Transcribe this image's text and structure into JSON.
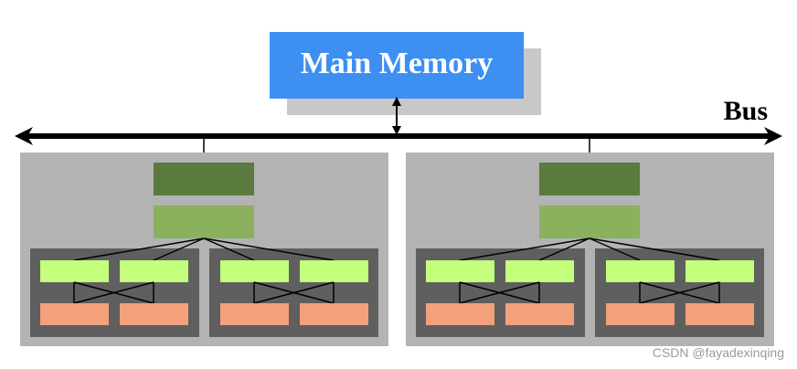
{
  "main_memory": {
    "label": "Main Memory"
  },
  "bus": {
    "label": "Bus"
  },
  "watermark": {
    "text": "CSDN @fayadexinqing"
  },
  "colors": {
    "main_memory_fill": "#3d8ff2",
    "main_memory_shadow": "#c8c8c8",
    "node_bg": "#b3b3b3",
    "group_bg": "#5f5f5f",
    "upper_block": "#5b7a3e",
    "lower_block": "#8bb05e",
    "core_cell": "#c3ff7d",
    "cache_cell": "#f3a07c",
    "line": "#000000"
  }
}
